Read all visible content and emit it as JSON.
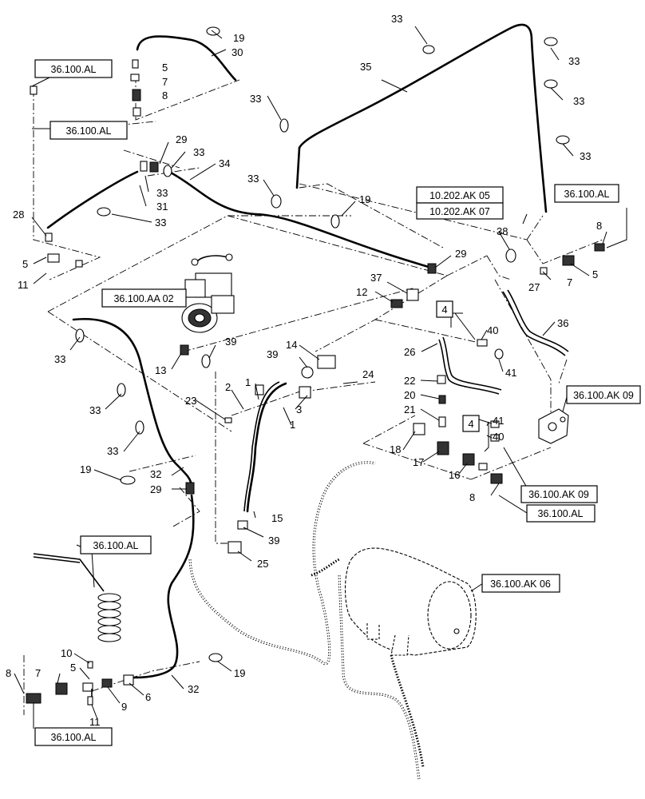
{
  "refs": {
    "r1": "36.100.AL",
    "r2": "36.100.AL",
    "r3": "36.100.AL",
    "r4": "10.202.AK 05",
    "r5": "10.202.AK 07",
    "r6": "36.100.AA 02",
    "r7": "36.100.AK 09",
    "r8": "36.100.AK 09",
    "r9": "36.100.AL",
    "r10": "36.100.AL",
    "r11": "36.100.AK 06",
    "r12": "36.100.AL"
  },
  "boxed_numbers": {
    "b1": "4",
    "b2": "4"
  },
  "callouts": {
    "c19a": "19",
    "c30": "30",
    "c5a": "5",
    "c7a": "7",
    "c8a": "8",
    "c29a": "29",
    "c33a": "33",
    "c34": "34",
    "c33b": "33",
    "c33c": "33",
    "c31": "31",
    "c33d": "33",
    "c28": "28",
    "c5b": "5",
    "c11a": "11",
    "c33e": "33",
    "c35": "35",
    "c33f": "33",
    "c33g": "33",
    "c33h": "33",
    "c33i": "33",
    "c19b": "19",
    "c29b": "29",
    "c38": "38",
    "c8b": "8",
    "c5c": "5",
    "c7b": "7",
    "c27": "27",
    "c12": "12",
    "c37": "37",
    "c36": "36",
    "c40a": "40",
    "c41a": "41",
    "c26": "26",
    "c22": "22",
    "c20": "20",
    "c21": "21",
    "c41b": "41",
    "c40b": "40",
    "c18": "18",
    "c17": "17",
    "c16": "16",
    "c8c": "8",
    "c39a": "39",
    "c13": "13",
    "c14": "14",
    "c39b": "39",
    "c24": "24",
    "c2": "2",
    "c1a": "1",
    "c1b": "1",
    "c3": "3",
    "c23": "23",
    "c33j": "33",
    "c33k": "33",
    "c33l": "33",
    "c19c": "19",
    "c32a": "32",
    "c29c": "29",
    "c15": "15",
    "c39c": "39",
    "c25": "25",
    "c10": "10",
    "c5d": "5",
    "c7c": "7",
    "c8d": "8",
    "c9": "9",
    "c6": "6",
    "c11b": "11",
    "c19d": "19",
    "c32b": "32"
  }
}
